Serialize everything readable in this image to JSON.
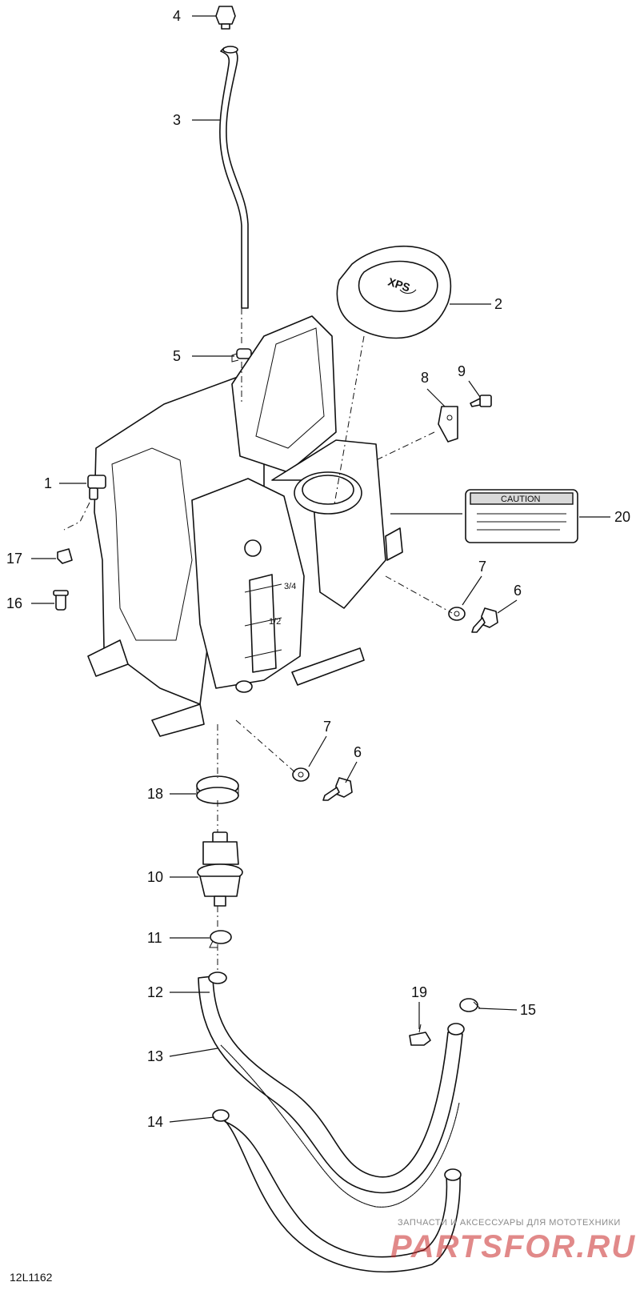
{
  "drawing_code": "12L1162",
  "watermark": {
    "subtitle": "ЗАПЧАСТИ И АКСЕССУАРЫ ДЛЯ МОТОТЕХНИКИ",
    "brand": "PARTSFOR.RU"
  },
  "cap_text": "XPS",
  "label_text": "CAUTION",
  "tank_marks": {
    "three_quarter": "3/4",
    "half": "1/2"
  },
  "callouts": [
    {
      "id": "c1",
      "number": "1"
    },
    {
      "id": "c2",
      "number": "2"
    },
    {
      "id": "c3",
      "number": "3"
    },
    {
      "id": "c4",
      "number": "4"
    },
    {
      "id": "c5",
      "number": "5"
    },
    {
      "id": "c6a",
      "number": "6"
    },
    {
      "id": "c6b",
      "number": "6"
    },
    {
      "id": "c7a",
      "number": "7"
    },
    {
      "id": "c7b",
      "number": "7"
    },
    {
      "id": "c8",
      "number": "8"
    },
    {
      "id": "c9",
      "number": "9"
    },
    {
      "id": "c10",
      "number": "10"
    },
    {
      "id": "c11",
      "number": "11"
    },
    {
      "id": "c12",
      "number": "12"
    },
    {
      "id": "c13",
      "number": "13"
    },
    {
      "id": "c14",
      "number": "14"
    },
    {
      "id": "c15",
      "number": "15"
    },
    {
      "id": "c16",
      "number": "16"
    },
    {
      "id": "c17",
      "number": "17"
    },
    {
      "id": "c18",
      "number": "18"
    },
    {
      "id": "c19",
      "number": "19"
    },
    {
      "id": "c20",
      "number": "20"
    }
  ]
}
